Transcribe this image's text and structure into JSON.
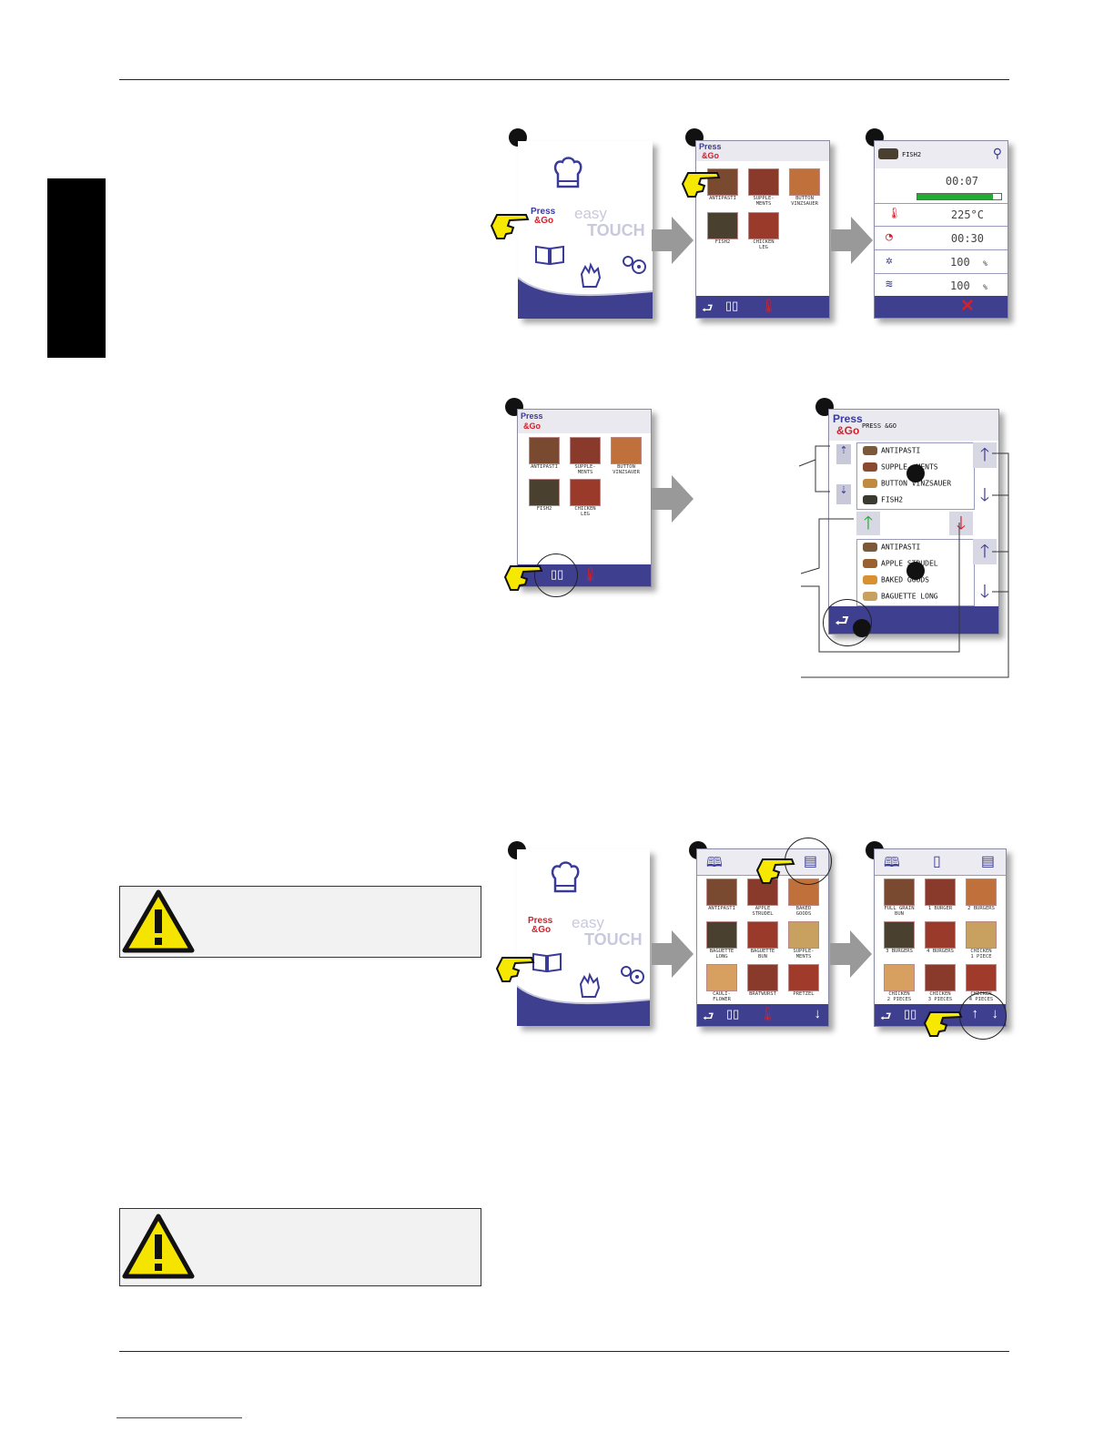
{
  "figures": {
    "fig1": {
      "home_screen": {
        "brand_top": "Press",
        "brand_bottom": "&Go",
        "easy": "easy",
        "touch": "TOUCH"
      },
      "grid_screen": {
        "header_top": "Press",
        "header_bottom": "&Go",
        "tiles": [
          "ANTIPASTI",
          "SUPPLE-\nMENTS",
          "BUTTON\nVINZSAUER",
          "FISH2",
          "CHICKEN\nLEG"
        ]
      },
      "program_screen": {
        "title": "FISH2",
        "rows": [
          {
            "icon": "time",
            "value": "00:07"
          },
          {
            "icon": "thermometer",
            "value": "225°C"
          },
          {
            "icon": "clock",
            "value": "00:30"
          },
          {
            "icon": "fan",
            "value": "100",
            "unit": "%"
          },
          {
            "icon": "humidity",
            "value": "100",
            "unit": "%"
          }
        ],
        "progress": 0.9
      }
    },
    "fig2": {
      "grid_screen": {
        "header_top": "Press",
        "header_bottom": "&Go",
        "tiles": [
          "ANTIPASTI",
          "SUPPLE-\nMENTS",
          "BUTTON\nVINZSAUER",
          "FISH2",
          "CHICKEN\nLEG"
        ]
      },
      "edit_screen": {
        "header_top": "Press",
        "header_bottom": "&Go",
        "title": "PRESS &GO",
        "top_list": [
          "ANTIPASTI",
          "SUPPLE- MENTS",
          "BUTTON VINZSAUER",
          "FISH2"
        ],
        "bottom_list": [
          "ANTIPASTI",
          "APPLE STRUDEL",
          "BAKED GOODS",
          "BAGUETTE LONG"
        ]
      }
    },
    "fig3": {
      "home_screen": {
        "brand_top": "Press",
        "brand_bottom": "&Go",
        "easy": "easy",
        "touch": "TOUCH"
      },
      "cookbook_screen": {
        "tiles": [
          "ANTIPASTI",
          "APPLE\nSTRUDEL",
          "BAKED\nGOODS",
          "BAGUETTE\nLONG",
          "BAGUETTE\nBUN",
          "SUPPLE-\nMENTS",
          "CAULI-\nFLOWER",
          "BRATWURST",
          "PRETZEL"
        ]
      },
      "category_screen": {
        "tiles": [
          "FULL GRAIN\nBUN",
          "1 BURGER",
          "2 BURGERS",
          "3 BURGERS",
          "4 BURGERS",
          "CHICKEN\n1 PIECE",
          "CHICKEN\n2 PIECES",
          "CHICKEN\n3 PIECES",
          "CHICKEN\n4 PIECES"
        ]
      }
    }
  },
  "colors": {
    "bar": "#3f3f8f",
    "brand_red": "#d4202a",
    "brand_blue": "#3a3a99",
    "arrow_grey": "#999999",
    "warning_yellow": "#f5e400"
  }
}
